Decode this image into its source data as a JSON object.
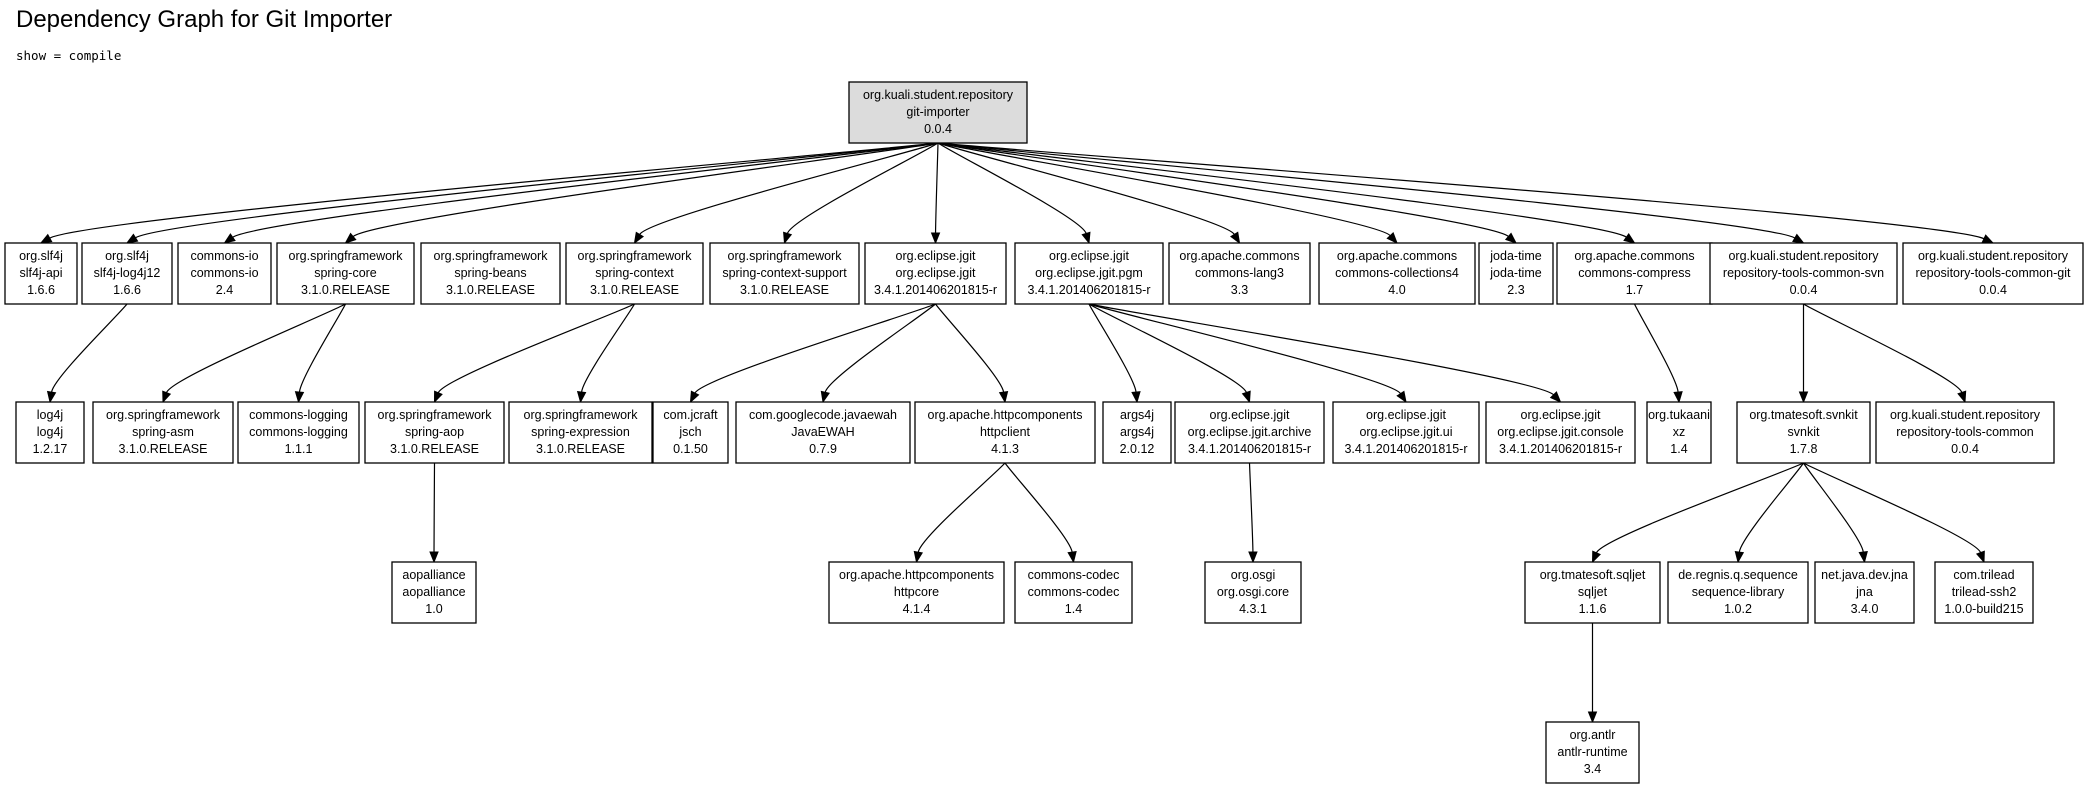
{
  "header": {
    "title": "Dependency Graph for Git Importer",
    "subtitle": "show = compile"
  },
  "graph": {
    "nodes": [
      {
        "id": "root",
        "lines": [
          "org.kuali.student.repository",
          "git-importer",
          "0.0.4"
        ]
      },
      {
        "id": "slf4j-api",
        "lines": [
          "org.slf4j",
          "slf4j-api",
          "1.6.6"
        ]
      },
      {
        "id": "slf4j-log4j12",
        "lines": [
          "org.slf4j",
          "slf4j-log4j12",
          "1.6.6"
        ]
      },
      {
        "id": "commons-io",
        "lines": [
          "commons-io",
          "commons-io",
          "2.4"
        ]
      },
      {
        "id": "spring-core",
        "lines": [
          "org.springframework",
          "spring-core",
          "3.1.0.RELEASE"
        ]
      },
      {
        "id": "spring-beans",
        "lines": [
          "org.springframework",
          "spring-beans",
          "3.1.0.RELEASE"
        ]
      },
      {
        "id": "spring-context",
        "lines": [
          "org.springframework",
          "spring-context",
          "3.1.0.RELEASE"
        ]
      },
      {
        "id": "spring-context-support",
        "lines": [
          "org.springframework",
          "spring-context-support",
          "3.1.0.RELEASE"
        ]
      },
      {
        "id": "jgit",
        "lines": [
          "org.eclipse.jgit",
          "org.eclipse.jgit",
          "3.4.1.201406201815-r"
        ]
      },
      {
        "id": "jgit-pgm",
        "lines": [
          "org.eclipse.jgit",
          "org.eclipse.jgit.pgm",
          "3.4.1.201406201815-r"
        ]
      },
      {
        "id": "commons-lang3",
        "lines": [
          "org.apache.commons",
          "commons-lang3",
          "3.3"
        ]
      },
      {
        "id": "commons-collections4",
        "lines": [
          "org.apache.commons",
          "commons-collections4",
          "4.0"
        ]
      },
      {
        "id": "joda-time",
        "lines": [
          "joda-time",
          "joda-time",
          "2.3"
        ]
      },
      {
        "id": "commons-compress",
        "lines": [
          "org.apache.commons",
          "commons-compress",
          "1.7"
        ]
      },
      {
        "id": "tools-common-svn",
        "lines": [
          "org.kuali.student.repository",
          "repository-tools-common-svn",
          "0.0.4"
        ]
      },
      {
        "id": "tools-common-git",
        "lines": [
          "org.kuali.student.repository",
          "repository-tools-common-git",
          "0.0.4"
        ]
      },
      {
        "id": "log4j",
        "lines": [
          "log4j",
          "log4j",
          "1.2.17"
        ]
      },
      {
        "id": "spring-asm",
        "lines": [
          "org.springframework",
          "spring-asm",
          "3.1.0.RELEASE"
        ]
      },
      {
        "id": "commons-logging",
        "lines": [
          "commons-logging",
          "commons-logging",
          "1.1.1"
        ]
      },
      {
        "id": "spring-aop",
        "lines": [
          "org.springframework",
          "spring-aop",
          "3.1.0.RELEASE"
        ]
      },
      {
        "id": "spring-expression",
        "lines": [
          "org.springframework",
          "spring-expression",
          "3.1.0.RELEASE"
        ]
      },
      {
        "id": "jsch",
        "lines": [
          "com.jcraft",
          "jsch",
          "0.1.50"
        ]
      },
      {
        "id": "javaewah",
        "lines": [
          "com.googlecode.javaewah",
          "JavaEWAH",
          "0.7.9"
        ]
      },
      {
        "id": "httpclient",
        "lines": [
          "org.apache.httpcomponents",
          "httpclient",
          "4.1.3"
        ]
      },
      {
        "id": "args4j",
        "lines": [
          "args4j",
          "args4j",
          "2.0.12"
        ]
      },
      {
        "id": "jgit-archive",
        "lines": [
          "org.eclipse.jgit",
          "org.eclipse.jgit.archive",
          "3.4.1.201406201815-r"
        ]
      },
      {
        "id": "jgit-ui",
        "lines": [
          "org.eclipse.jgit",
          "org.eclipse.jgit.ui",
          "3.4.1.201406201815-r"
        ]
      },
      {
        "id": "jgit-console",
        "lines": [
          "org.eclipse.jgit",
          "org.eclipse.jgit.console",
          "3.4.1.201406201815-r"
        ]
      },
      {
        "id": "xz",
        "lines": [
          "org.tukaani",
          "xz",
          "1.4"
        ]
      },
      {
        "id": "svnkit",
        "lines": [
          "org.tmatesoft.svnkit",
          "svnkit",
          "1.7.8"
        ]
      },
      {
        "id": "tools-common",
        "lines": [
          "org.kuali.student.repository",
          "repository-tools-common",
          "0.0.4"
        ]
      },
      {
        "id": "aopalliance",
        "lines": [
          "aopalliance",
          "aopalliance",
          "1.0"
        ]
      },
      {
        "id": "httpcore",
        "lines": [
          "org.apache.httpcomponents",
          "httpcore",
          "4.1.4"
        ]
      },
      {
        "id": "commons-codec",
        "lines": [
          "commons-codec",
          "commons-codec",
          "1.4"
        ]
      },
      {
        "id": "osgi-core",
        "lines": [
          "org.osgi",
          "org.osgi.core",
          "4.3.1"
        ]
      },
      {
        "id": "sqljet",
        "lines": [
          "org.tmatesoft.sqljet",
          "sqljet",
          "1.1.6"
        ]
      },
      {
        "id": "sequence-library",
        "lines": [
          "de.regnis.q.sequence",
          "sequence-library",
          "1.0.2"
        ]
      },
      {
        "id": "jna",
        "lines": [
          "net.java.dev.jna",
          "jna",
          "3.4.0"
        ]
      },
      {
        "id": "trilead-ssh2",
        "lines": [
          "com.trilead",
          "trilead-ssh2",
          "1.0.0-build215"
        ]
      },
      {
        "id": "antlr-runtime",
        "lines": [
          "org.antlr",
          "antlr-runtime",
          "3.4"
        ]
      }
    ],
    "edges": [
      [
        "root",
        "slf4j-api"
      ],
      [
        "root",
        "slf4j-log4j12"
      ],
      [
        "root",
        "commons-io"
      ],
      [
        "root",
        "spring-core"
      ],
      [
        "root",
        "spring-context"
      ],
      [
        "root",
        "spring-context-support"
      ],
      [
        "root",
        "jgit"
      ],
      [
        "root",
        "jgit-pgm"
      ],
      [
        "root",
        "commons-lang3"
      ],
      [
        "root",
        "commons-collections4"
      ],
      [
        "root",
        "joda-time"
      ],
      [
        "root",
        "commons-compress"
      ],
      [
        "root",
        "tools-common-svn"
      ],
      [
        "root",
        "tools-common-git"
      ],
      [
        "slf4j-log4j12",
        "log4j"
      ],
      [
        "spring-core",
        "spring-asm"
      ],
      [
        "spring-core",
        "commons-logging"
      ],
      [
        "spring-context",
        "spring-aop"
      ],
      [
        "spring-context",
        "spring-expression"
      ],
      [
        "jgit",
        "jsch"
      ],
      [
        "jgit",
        "javaewah"
      ],
      [
        "jgit",
        "httpclient"
      ],
      [
        "jgit-pgm",
        "args4j"
      ],
      [
        "jgit-pgm",
        "jgit-archive"
      ],
      [
        "jgit-pgm",
        "jgit-ui"
      ],
      [
        "jgit-pgm",
        "jgit-console"
      ],
      [
        "commons-compress",
        "xz"
      ],
      [
        "tools-common-svn",
        "svnkit"
      ],
      [
        "tools-common-svn",
        "tools-common"
      ],
      [
        "spring-aop",
        "aopalliance"
      ],
      [
        "httpclient",
        "httpcore"
      ],
      [
        "httpclient",
        "commons-codec"
      ],
      [
        "jgit-archive",
        "osgi-core"
      ],
      [
        "svnkit",
        "sqljet"
      ],
      [
        "svnkit",
        "sequence-library"
      ],
      [
        "svnkit",
        "jna"
      ],
      [
        "svnkit",
        "trilead-ssh2"
      ],
      [
        "sqljet",
        "antlr-runtime"
      ]
    ]
  }
}
